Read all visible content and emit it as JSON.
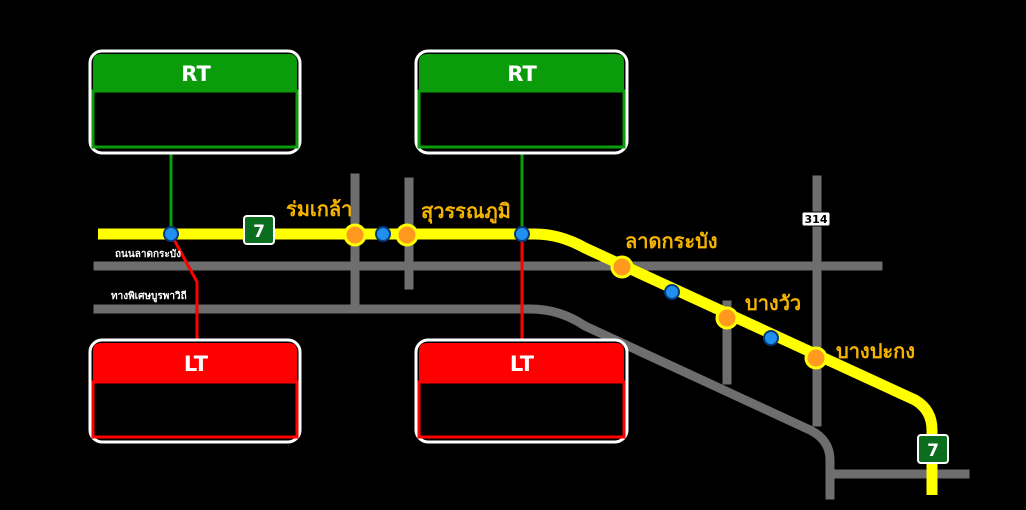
{
  "signs": {
    "rt": "RT",
    "lt": "LT"
  },
  "highway_shield": "7",
  "route_marker": "314",
  "stations": {
    "rom_klao": "ร่มเกล้า",
    "suvarnabhumi": "สุวรรณภูมิ",
    "lat_krabang": "ลาดกระบัง",
    "bang_wua": "บางวัว",
    "bang_pakong": "บางปะกง"
  },
  "roads": {
    "lat_krabang_road": "ถนนลาดกระบัง",
    "motorway_label": "ทางพิเศษบูรพาวิถี"
  },
  "colors": {
    "motorway": "#ffff00",
    "road": "#6e6e6e",
    "rt_sign": "#0a9c0a",
    "lt_sign": "#ff0000",
    "shield": "#0b6e1f",
    "junction_exit": "#ff9a1f",
    "junction_blue": "#1f8ff0",
    "label": "#f5b400"
  }
}
